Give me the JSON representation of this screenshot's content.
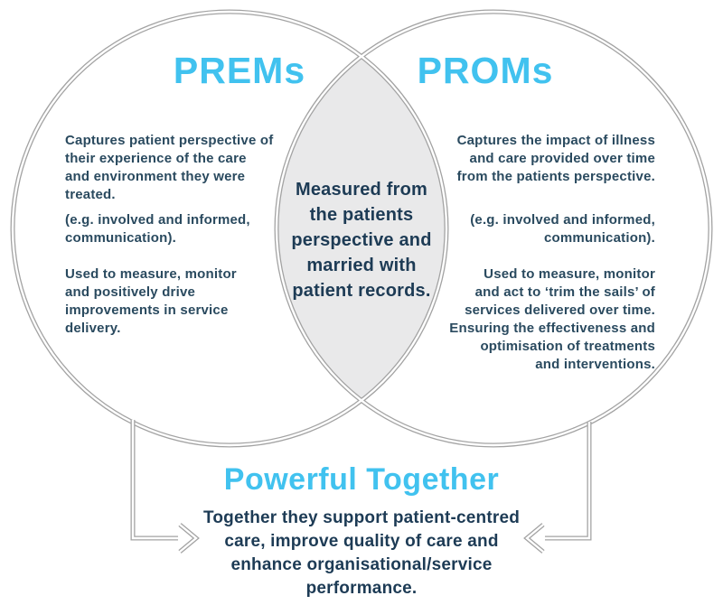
{
  "colors": {
    "cyan": "#41c2ef",
    "navy": "#1d3b55",
    "text": "#2a4a5f",
    "lens": "#e9e9ea",
    "line": "#a3a3a3",
    "bg": "#ffffff"
  },
  "venn": {
    "left": {
      "title": "PREMs",
      "paragraphs": [
        {
          "lines": [
            "Captures patient perspective of",
            "their experience of the care",
            "and environment they were",
            "treated."
          ]
        },
        {
          "lines": [
            "(e.g. involved and informed,",
            "communication)."
          ]
        },
        {
          "lines": [
            "Used to measure, monitor",
            "and positively drive",
            "improvements in service",
            "delivery."
          ]
        }
      ]
    },
    "right": {
      "title": "PROMs",
      "paragraphs": [
        {
          "lines": [
            "Captures the impact of illness",
            "and care provided over time",
            "from the patients perspective."
          ]
        },
        {
          "lines": [
            "(e.g. involved and informed,",
            "communication)."
          ]
        },
        {
          "lines": [
            "Used to measure, monitor",
            "and act to ‘trim the sails’ of",
            "services delivered over time.",
            "Ensuring the effectiveness and",
            "optimisation of treatments",
            "and interventions."
          ]
        }
      ]
    },
    "center": {
      "lines": [
        "Measured from",
        "the patients",
        "perspective and",
        "married with",
        "patient records."
      ]
    }
  },
  "footer": {
    "title": "Powerful Together",
    "lines": [
      "Together they support patient-centred",
      "care, improve quality of care and",
      "enhance organisational/service",
      "performance."
    ]
  }
}
